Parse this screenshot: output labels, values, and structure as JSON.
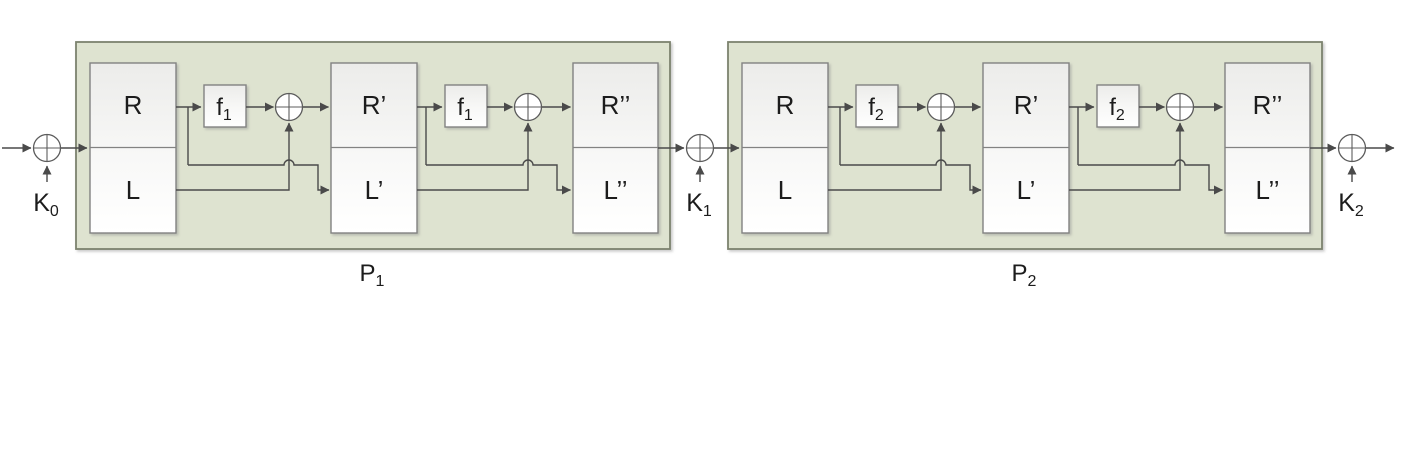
{
  "colors": {
    "panel_fill": "#dee3d0",
    "panel_border": "#7c826e",
    "node_border": "#828282",
    "line": "#4a4a4a",
    "text": "#1c1c1c"
  },
  "keys": [
    {
      "base": "K",
      "sub": "0"
    },
    {
      "base": "K",
      "sub": "1"
    },
    {
      "base": "K",
      "sub": "2"
    }
  ],
  "blocks": [
    {
      "label_base": "P",
      "label_sub": "1",
      "f_first_base": "f",
      "f_first_sub": "1",
      "f_second_base": "f",
      "f_second_sub": "1",
      "reg1_top": "R",
      "reg1_bottom": "L",
      "reg2_top": "R’",
      "reg2_bottom": "L’",
      "reg3_top": "R’’",
      "reg3_bottom": "L’’"
    },
    {
      "label_base": "P",
      "label_sub": "2",
      "f_first_base": "f",
      "f_first_sub": "2",
      "f_second_base": "f",
      "f_second_sub": "2",
      "reg1_top": "R",
      "reg1_bottom": "L",
      "reg2_top": "R’",
      "reg2_bottom": "L’",
      "reg3_top": "R’’",
      "reg3_bottom": "L’’"
    }
  ]
}
